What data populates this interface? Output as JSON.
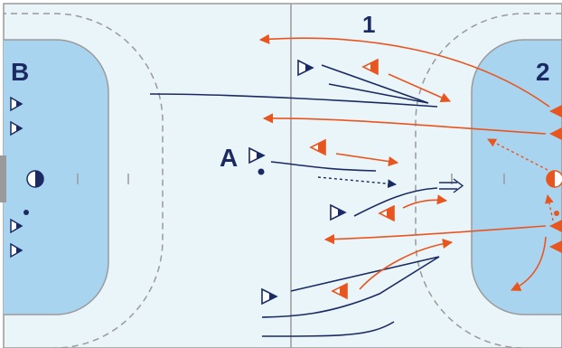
{
  "diagram": {
    "labels": {
      "team_b": "B",
      "team_2": "2",
      "group_1": "1",
      "player_a": "A"
    },
    "colors": {
      "court": "#eaf5f9",
      "goal_area": "#a9d4ef",
      "lines": "#999999",
      "dashed": "#9a9a9a",
      "navy": "#1b2a63",
      "orange": "#e9551f",
      "goal_post": "#9a9a9a"
    },
    "icons": [
      "navy-player-triangle",
      "orange-player-triangle",
      "goalkeeper-circle",
      "ball-dot",
      "double-arrow-icon"
    ]
  }
}
